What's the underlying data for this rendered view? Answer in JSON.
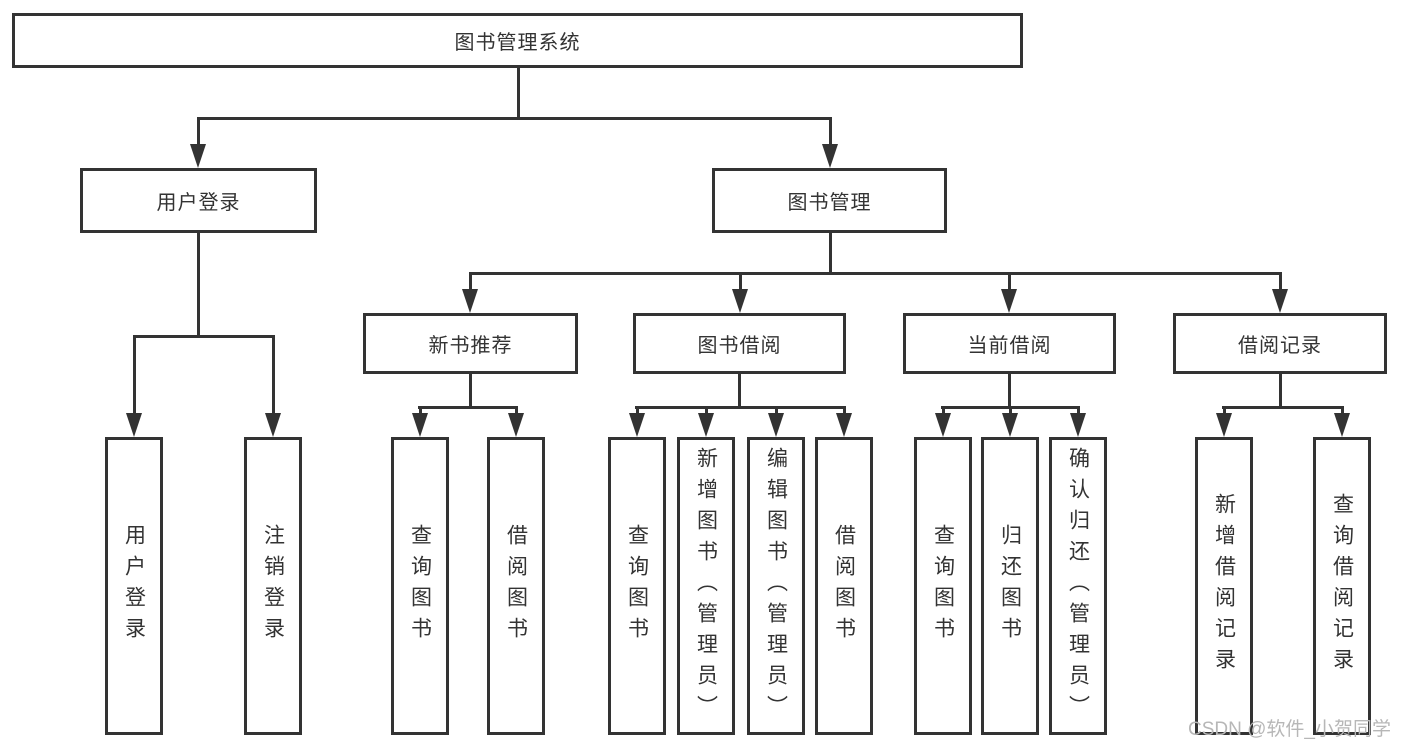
{
  "diagram_type": "hierarchy-tree",
  "colors": {
    "line": "#333333",
    "text": "#333333",
    "watermark": "#b7b7b7",
    "background": "#ffffff"
  },
  "nodes": {
    "root": {
      "label": "图书管理系统"
    },
    "user_login": {
      "label": "用户登录"
    },
    "book_management": {
      "label": "图书管理"
    },
    "new_book_recommend": {
      "label": "新书推荐"
    },
    "book_borrow": {
      "label": "图书借阅"
    },
    "current_borrow": {
      "label": "当前借阅"
    },
    "borrow_record": {
      "label": "借阅记录"
    },
    "leaf_user_login": {
      "label": "用户登录"
    },
    "leaf_logout": {
      "label": "注销登录"
    },
    "leaf_query_book_a": {
      "label": "查询图书"
    },
    "leaf_borrow_book_a": {
      "label": "借阅图书"
    },
    "leaf_query_book_b": {
      "label": "查询图书"
    },
    "leaf_add_book": {
      "label": "新增图书（管理员）"
    },
    "leaf_edit_book": {
      "label": "编辑图书（管理员）"
    },
    "leaf_borrow_book_b": {
      "label": "借阅图书"
    },
    "leaf_query_book_c": {
      "label": "查询图书"
    },
    "leaf_return_book": {
      "label": "归还图书"
    },
    "leaf_confirm_return": {
      "label": "确认归还（管理员）"
    },
    "leaf_add_borrow_record": {
      "label": "新增借阅记录"
    },
    "leaf_query_borrow_record": {
      "label": "查询借阅记录"
    }
  },
  "watermark": {
    "text": "CSDN @软件_小贺同学"
  }
}
